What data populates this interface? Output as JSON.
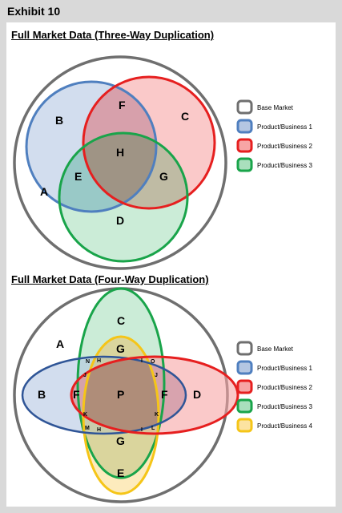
{
  "exhibit_title": "Exhibit 10",
  "colors": {
    "base": "#6f6f6f",
    "product1": "#4f7fbf",
    "product2": "#e61f1f",
    "product3": "#19a44a",
    "product4": "#f5c518",
    "three_p1_fill": "#b4c6e2",
    "three_p2_fill": "#f7a5a5",
    "three_p3_fill": "#a9dfbd"
  },
  "three_way": {
    "title": "Full Market Data (Three-Way Duplication)",
    "regions": {
      "a": "A",
      "b": "B",
      "c": "C",
      "d": "D",
      "e": "E",
      "f": "F",
      "g": "G",
      "h": "H"
    },
    "legend": [
      "Base Market",
      "Product/Business 1",
      "Product/Business 2",
      "Product/Business 3"
    ]
  },
  "four_way": {
    "title": "Full Market Data (Four-Way Duplication)",
    "regions": {
      "a": "A",
      "b": "B",
      "c": "C",
      "d": "D",
      "e": "E",
      "f": "F",
      "g": "G",
      "h": "H",
      "i": "I",
      "j": "J",
      "k": "K",
      "l": "L",
      "m": "M",
      "n": "N",
      "o": "O",
      "p": "P"
    },
    "legend": [
      "Base Market",
      "Product/Business 1",
      "Product/Business 2",
      "Product/Business 3",
      "Product/Business 4"
    ]
  }
}
